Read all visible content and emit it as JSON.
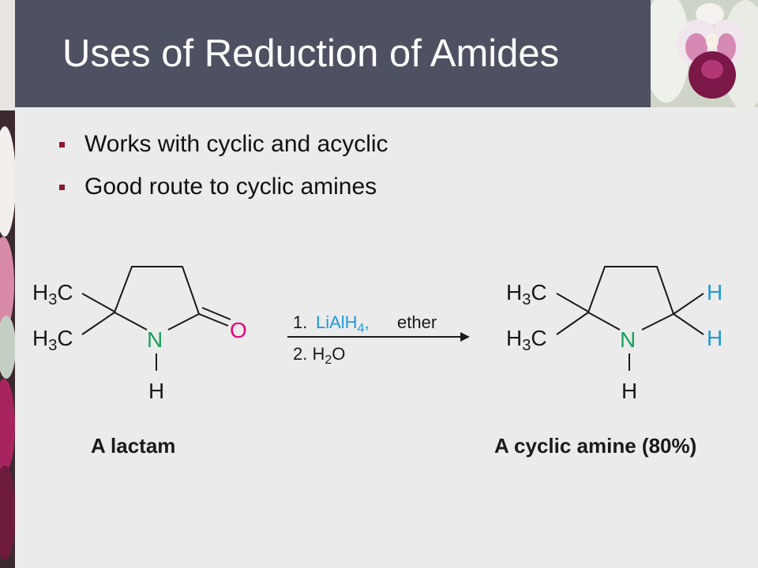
{
  "slide": {
    "title": "Uses of Reduction of Amides",
    "bullets": [
      "Works with cyclic and acyclic",
      "Good route to cyclic amines"
    ]
  },
  "reaction": {
    "reactant": {
      "groups": [
        "H3C",
        "H3C"
      ],
      "ring_n": "N",
      "n_h": "H",
      "carbonyl_o": "O",
      "label": "A lactam"
    },
    "conditions": {
      "step1_num": "1.",
      "reagent": "LiAlH4,",
      "solvent": "ether",
      "step2": "2. H2O"
    },
    "product": {
      "groups": [
        "H3C",
        "H3C"
      ],
      "ring_n": "N",
      "n_h": "H",
      "new_h": [
        "H",
        "H"
      ],
      "label": "A cyclic amine (80%)"
    }
  },
  "colors": {
    "title_bar": "#4e5161",
    "nitrogen": "#1aa05a",
    "oxygen": "#e6007e",
    "reagent_and_new_h": "#1e9ad6",
    "bullet_marker": "#8b1a2b"
  }
}
